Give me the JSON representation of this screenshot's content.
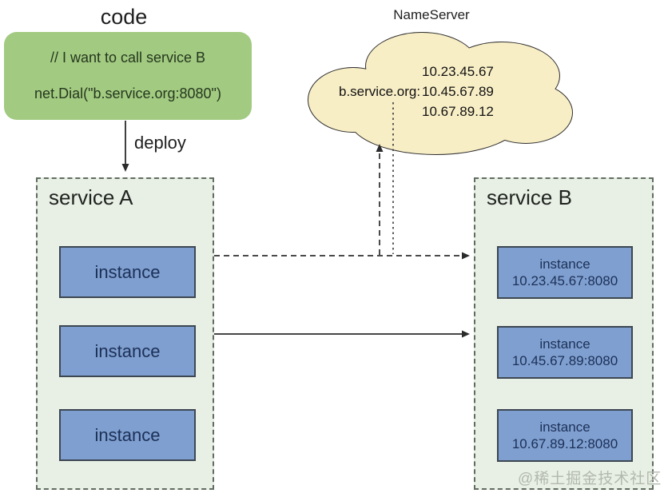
{
  "code_section": {
    "title": "code",
    "comment_line": "// I want to call service B",
    "code_line": "net.Dial(\"b.service.org:8080\")",
    "deploy_label": "deploy"
  },
  "nameserver": {
    "title": "NameServer",
    "domain_label": "b.service.org:",
    "ip_list": [
      "10.23.45.67",
      "10.45.67.89",
      "10.67.89.12"
    ]
  },
  "service_a": {
    "title": "service A",
    "instances": [
      "instance",
      "instance",
      "instance"
    ]
  },
  "service_b": {
    "title": "service B",
    "instances": [
      {
        "label": "instance",
        "address": "10.23.45.67:8080"
      },
      {
        "label": "instance",
        "address": "10.45.67.89:8080"
      },
      {
        "label": "instance",
        "address": "10.67.89.12:8080"
      }
    ]
  },
  "watermark": "@稀土掘金技术社区",
  "colors": {
    "code_box_fill": "#a2ca81",
    "cloud_fill": "#f8eec6",
    "service_box_fill": "#e8efe4",
    "instance_fill": "#7e9fd0",
    "instance_text": "#1d3056",
    "arrow": "#2b2b2b",
    "watermark_text": "#b2b8ae"
  }
}
